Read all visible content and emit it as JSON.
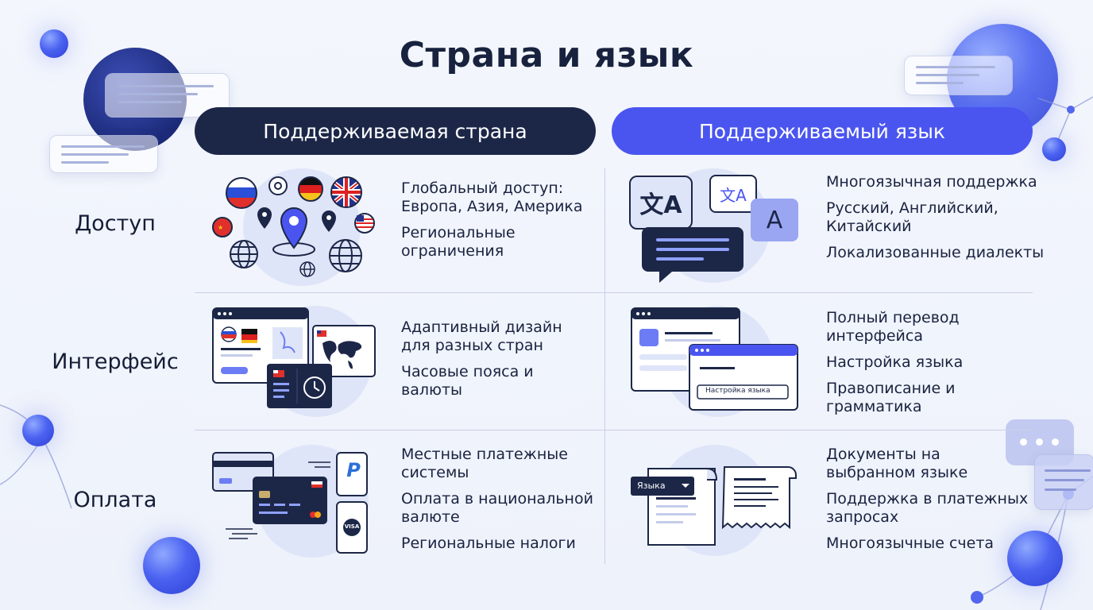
{
  "title": "Страна и язык",
  "columns": {
    "country": "Поддерживаемая страна",
    "language": "Поддерживаемый язык"
  },
  "rows": [
    {
      "label": "Доступ",
      "country": [
        "Глобальный доступ: Европа, Азия, Америка",
        "Региональные ограничения"
      ],
      "language": [
        "Многоязычная поддержка",
        "Русский, Английский, Китайский",
        "Локализованные диалекты"
      ]
    },
    {
      "label": "Интерфейс",
      "country": [
        "Адаптивный дизайн для разных стран",
        "Часовые пояса и валюты"
      ],
      "language": [
        "Полный перевод интерфейса",
        "Настройка языка",
        "Правописание и грамматика"
      ]
    },
    {
      "label": "Оплата",
      "country": [
        "Местные платежные системы",
        "Оплата в национальной валюте",
        "Региональные налоги"
      ],
      "language": [
        "Документы на выбранном языке",
        "Поддержка в платежных запросах",
        "Многоязычные счета"
      ]
    }
  ],
  "illustrations": {
    "translate_glyph": "文A",
    "letter_a": "A",
    "settings_field": "Настройка языка",
    "language_dropdown": "Языка",
    "visa": "VISA",
    "paypal": "P"
  },
  "colors": {
    "dark_navy": "#1c2748",
    "accent_blue": "#4a55f0",
    "light_disc": "#dfe5f8"
  }
}
